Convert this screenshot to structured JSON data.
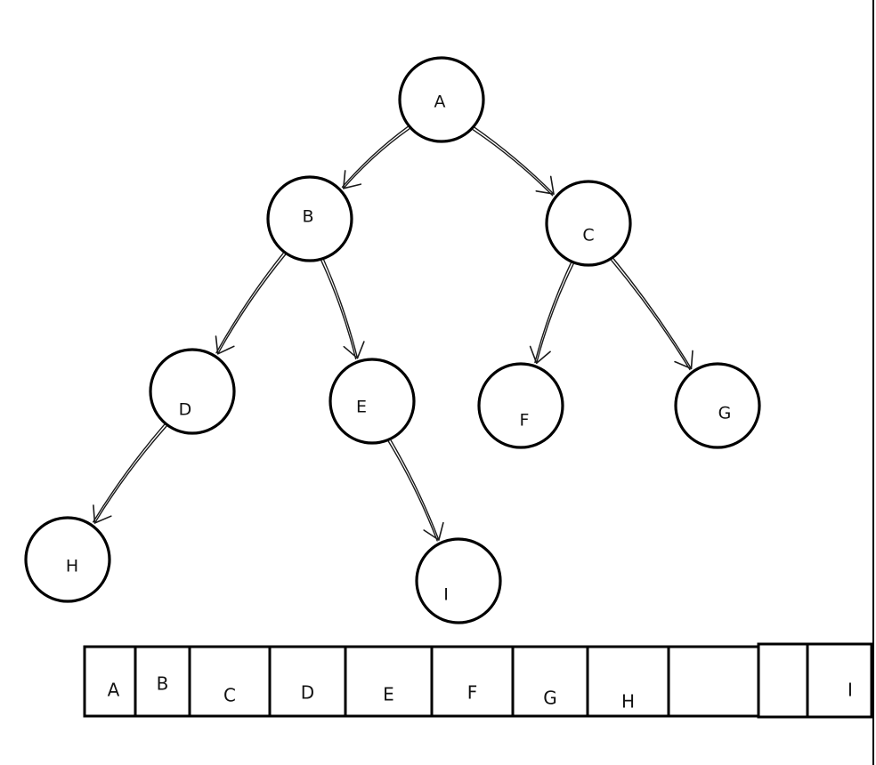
{
  "tree": {
    "nodes": [
      {
        "id": "A",
        "label": "A"
      },
      {
        "id": "B",
        "label": "B"
      },
      {
        "id": "C",
        "label": "C"
      },
      {
        "id": "D",
        "label": "D"
      },
      {
        "id": "E",
        "label": "E"
      },
      {
        "id": "F",
        "label": "F"
      },
      {
        "id": "G",
        "label": "G"
      },
      {
        "id": "H",
        "label": "H"
      },
      {
        "id": "I",
        "label": "I"
      }
    ],
    "edges": [
      {
        "from": "A",
        "to": "B"
      },
      {
        "from": "A",
        "to": "C"
      },
      {
        "from": "B",
        "to": "D"
      },
      {
        "from": "B",
        "to": "E"
      },
      {
        "from": "C",
        "to": "F"
      },
      {
        "from": "C",
        "to": "G"
      },
      {
        "from": "D",
        "to": "H"
      },
      {
        "from": "E",
        "to": "I"
      }
    ]
  },
  "array": {
    "cells": [
      "A",
      "B",
      "C",
      "D",
      "E",
      "F",
      "G",
      "H",
      "",
      "",
      "I"
    ]
  }
}
